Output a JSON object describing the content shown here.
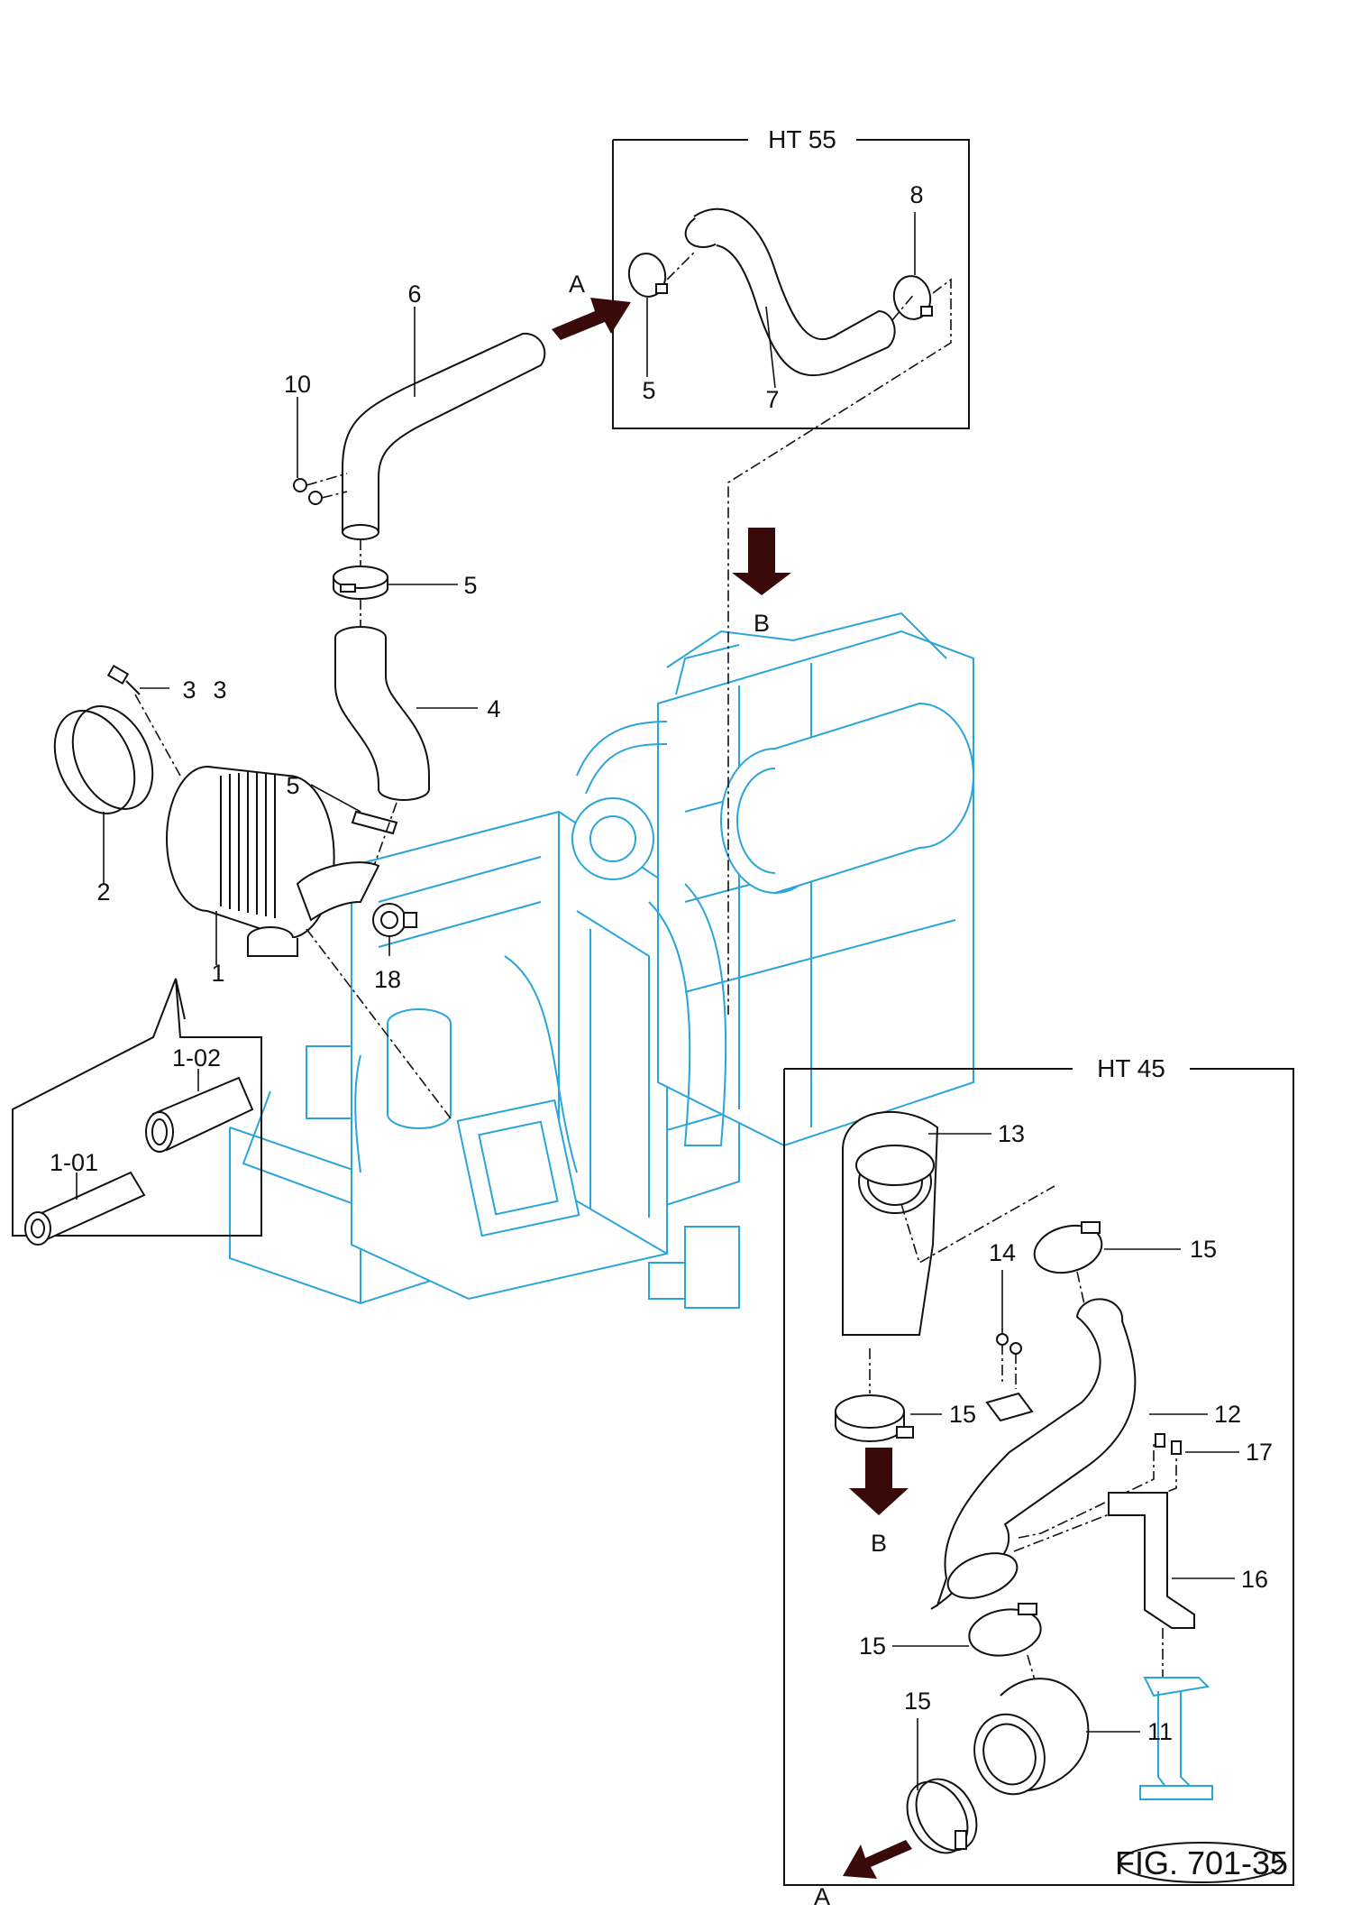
{
  "figure_label": "FIG. 701-35",
  "boxes": {
    "ht55": {
      "title": "HT 55"
    },
    "ht45": {
      "title": "HT 45"
    }
  },
  "view_arrows": {
    "a": "A",
    "b": "B"
  },
  "callouts": {
    "c1": "1",
    "c1_01": "1-01",
    "c1_02": "1-02",
    "c2": "2",
    "c3a": "3",
    "c3b": "3",
    "c4": "4",
    "c5_main_top": "5",
    "c5_main_mid": "5",
    "c5_ht55": "5",
    "c6": "6",
    "c7": "7",
    "c8": "8",
    "c10": "10",
    "c11": "11",
    "c12": "12",
    "c13": "13",
    "c14": "14",
    "c15_top": "15",
    "c15_mid": "15",
    "c15_low": "15",
    "c15_bot": "15",
    "c16": "16",
    "c17": "17",
    "c18": "18"
  },
  "colors": {
    "engine_outline": "#2aa5d8",
    "arrow": "#3a0a0a",
    "line": "#111111"
  }
}
